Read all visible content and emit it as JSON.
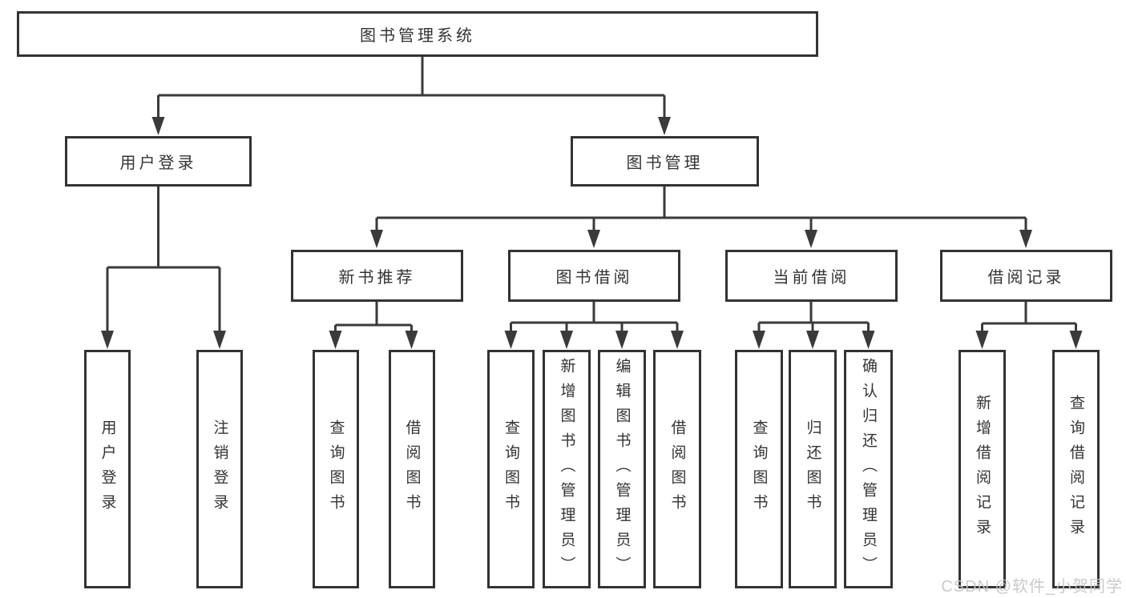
{
  "nodes": {
    "root": {
      "label": "图书管理系统"
    },
    "user_login": {
      "label": "用户登录"
    },
    "book_management": {
      "label": "图书管理"
    },
    "new_book_recommend": {
      "label": "新书推荐"
    },
    "book_borrowing": {
      "label": "图书借阅"
    },
    "current_borrowing": {
      "label": "当前借阅"
    },
    "borrowing_records": {
      "label": "借阅记录"
    }
  },
  "leaves": {
    "user_login": [
      {
        "label": "用户登录"
      },
      {
        "label": "注销登录"
      }
    ],
    "new_book_recommend": [
      {
        "label": "查询图书"
      },
      {
        "label": "借阅图书"
      }
    ],
    "book_borrowing": [
      {
        "label": "查询图书"
      },
      {
        "label": "新增图书（管理员）"
      },
      {
        "label": "编辑图书（管理员）"
      },
      {
        "label": "借阅图书"
      }
    ],
    "current_borrowing": [
      {
        "label": "查询图书"
      },
      {
        "label": "归还图书"
      },
      {
        "label": "确认归还（管理员）"
      }
    ],
    "borrowing_records": [
      {
        "label": "新增借阅记录"
      },
      {
        "label": "查询借阅记录"
      }
    ]
  },
  "watermark": "CSDN @软件_小贺同学",
  "colors": {
    "line": "#3a3a3a",
    "box_border": "#333333",
    "text": "#333333",
    "watermark": "#c6c6c6",
    "background": "#ffffff"
  }
}
